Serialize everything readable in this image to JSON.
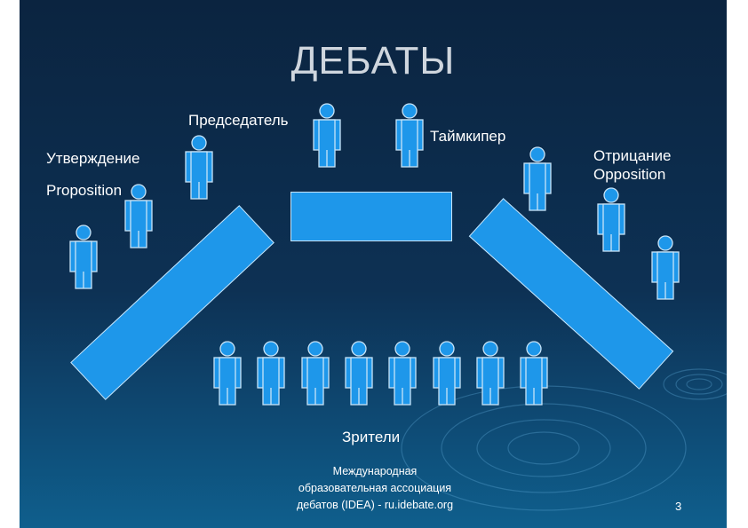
{
  "title": "ДЕБАТЫ",
  "roles": {
    "chair": "Председатель",
    "timekeeper": "Таймкипер",
    "affirmative_ru": "Утверждение",
    "affirmative_en": "Proposition",
    "negative_ru": "Отрицание",
    "negative_en": "Opposition",
    "audience": "Зрители"
  },
  "footer": {
    "line1": "Международная",
    "line2": "образовательная ассоциация",
    "line3": "дебатов (IDEA) - ru.idebate.org"
  },
  "page_number": "3",
  "colors": {
    "figure": "#1e97ea",
    "figure_outline": "#c8e4f8",
    "background_top": "#0b2440",
    "background_bottom": "#0f5f8d"
  }
}
